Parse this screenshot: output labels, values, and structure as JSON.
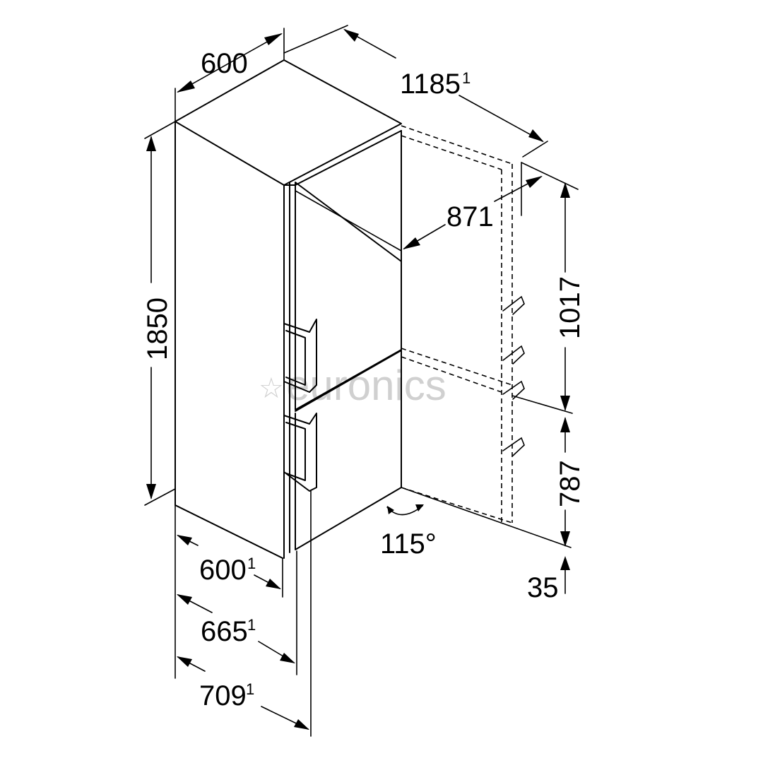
{
  "diagram": {
    "subject": "Fridge-freezer dimension drawing",
    "dimensions": {
      "top_width": "600",
      "depth_with_door_open": "1185",
      "depth_with_door_open_note": "1",
      "door_depth": "871",
      "total_height": "1850",
      "upper_compartment_height": "1017",
      "lower_compartment_height": "787",
      "base_clearance": "35",
      "door_open_angle": "115°",
      "body_depth": "600",
      "body_depth_note": "1",
      "depth_with_door": "665",
      "depth_with_door_note": "1",
      "depth_with_handle": "709",
      "depth_with_handle_note": "1"
    },
    "watermark": {
      "star": "☆",
      "text": "euronics"
    }
  }
}
